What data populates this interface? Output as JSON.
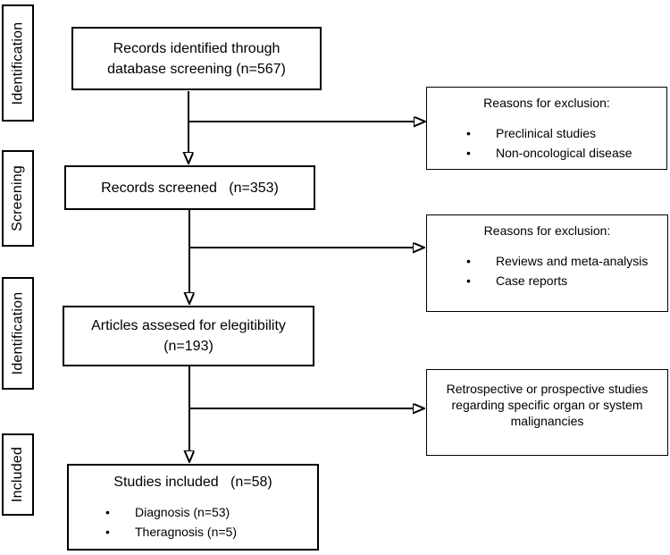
{
  "stages": [
    {
      "label": "Identification"
    },
    {
      "label": "Screening"
    },
    {
      "label": "Identification"
    },
    {
      "label": "Included"
    }
  ],
  "flow": [
    {
      "lines": [
        "Records identified through",
        "database screening (n=567)"
      ]
    },
    {
      "lines": [
        "Records screened   (n=353)"
      ]
    },
    {
      "lines": [
        "Articles assesed for elegitibility",
        "(n=193)"
      ]
    },
    {
      "title": "Studies included   (n=58)",
      "bullets": [
        "Diagnosis (n=53)",
        "Theragnosis (n=5)"
      ]
    }
  ],
  "side": [
    {
      "title": "Reasons for exclusion:",
      "bullets": [
        "Preclinical studies",
        "Non-oncological disease"
      ]
    },
    {
      "title": "Reasons for exclusion:",
      "bullets": [
        "Reviews and meta-analysis",
        "Case reports"
      ]
    },
    {
      "lines": [
        "Retrospective or prospective studies",
        "regarding specific organ or system",
        "malignancies"
      ]
    }
  ],
  "colors": {
    "border": "#000000",
    "text": "#000000",
    "background": "#ffffff",
    "arrow": "#000000"
  }
}
